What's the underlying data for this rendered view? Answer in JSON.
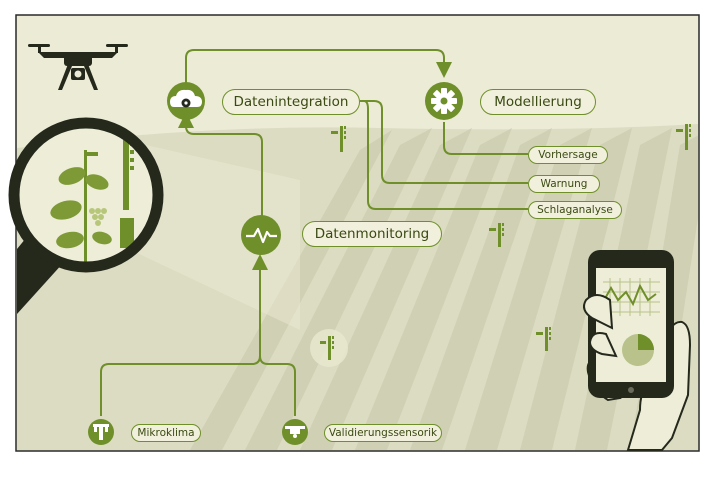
{
  "nodes": {
    "datenintegration": "Datenintegration",
    "modellierung": "Modellierung",
    "datenmonitoring": "Datenmonitoring",
    "vorhersage": "Vorhersage",
    "warnung": "Warnung",
    "schlaganalyse": "Schlaganalyse",
    "mikroklima": "Mikroklima",
    "validierungssensorik": "Validierungssensorik"
  },
  "icons": [
    "drone-icon",
    "cloud-gear-icon",
    "gear-icon",
    "pulse-icon",
    "weather-station-icon",
    "drone-sensor-icon",
    "magnifier-icon",
    "smartphone-icon",
    "hand-icon",
    "plant-icon",
    "sensor-pole-icon"
  ],
  "colors": {
    "background": "#ecebd6",
    "field": "#dcdcc2",
    "stripe": "#cfd0b4",
    "green": "#6f8f2a",
    "dark": "#24291c",
    "label_fill": "#f1f0dc"
  }
}
